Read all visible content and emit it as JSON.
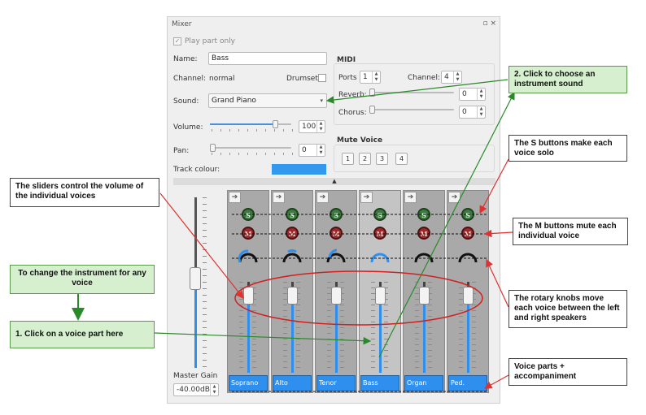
{
  "window": {
    "title": "Mixer",
    "controls": "▫ ×"
  },
  "play_part_only": "Play part only",
  "name": {
    "label": "Name:",
    "value": "Bass"
  },
  "channel": {
    "label": "Channel:",
    "value": "normal"
  },
  "drumset": {
    "label": "Drumset"
  },
  "sound": {
    "label": "Sound:",
    "value": "Grand Piano"
  },
  "volume": {
    "label": "Volume:",
    "value": "100",
    "level": 0.8
  },
  "pan": {
    "label": "Pan:",
    "value": "0",
    "level": 0.0
  },
  "track_colour": {
    "label": "Track colour:",
    "color": "#3399ee"
  },
  "midi": {
    "title": "MIDI",
    "ports_label": "Ports",
    "ports_value": "1",
    "channel_label": "Channel:",
    "channel_value": "4",
    "reverb_label": "Reverb:",
    "reverb_value": "0",
    "chorus_label": "Chorus:",
    "chorus_value": "0"
  },
  "mute_voice": {
    "title": "Mute Voice",
    "buttons": [
      "1",
      "2",
      "3",
      "4"
    ]
  },
  "master_gain": {
    "label": "Master Gain",
    "value": "-40.00dB"
  },
  "strips": [
    {
      "name": "Soprano",
      "s": "S",
      "m": "M"
    },
    {
      "name": "Alto",
      "s": "S",
      "m": "M"
    },
    {
      "name": "Tenor",
      "s": "S",
      "m": "M"
    },
    {
      "name": "Bass",
      "s": "S",
      "m": "M"
    },
    {
      "name": "Organ",
      "s": "S",
      "m": "M"
    },
    {
      "name": "Ped.",
      "s": "S",
      "m": "M"
    }
  ],
  "callouts": {
    "sliders": "The sliders control the volume of the individual voices",
    "choose_sound": "2. Click to choose an instrument sound",
    "s_buttons": "The S buttons make each voice solo",
    "m_buttons": "The M buttons mute each individual voice",
    "change_instrument": "To change the instrument for any voice",
    "rotary": "The rotary knobs move each voice between the left and right speakers",
    "click_voice": "1. Click on a voice part here",
    "voice_parts": "Voice parts + accompaniment"
  },
  "colors": {
    "accent": "#2f8fef",
    "callout_green": "#d6f0cf",
    "arrow_red": "#e03030",
    "arrow_green": "#2a8a2a"
  }
}
